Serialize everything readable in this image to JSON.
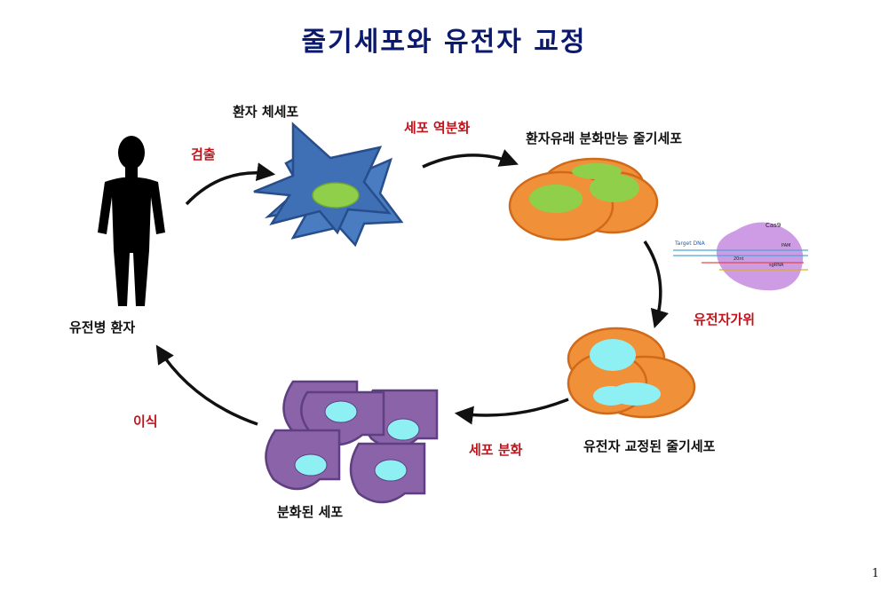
{
  "title": "줄기세포와 유전자 교정",
  "labels": {
    "patient": "유전병 환자",
    "somatic_cell": "환자 체세포",
    "ipsc": "환자유래 분화만능 줄기세포",
    "edited_cells": "유전자 교정된 줄기세포",
    "differentiated": "분화된 세포"
  },
  "steps": {
    "biopsy": "검출",
    "reprogramming": "세포 역분화",
    "editing": "유전자가위",
    "differentiation": "세포 분화",
    "transplant": "이식"
  },
  "cas9_inset": {
    "protein": "Cas9",
    "target": "Target DNA",
    "pam": "PAM",
    "grna": "sgRNA",
    "nt": "20nt"
  },
  "page_number": "1",
  "colors": {
    "title": "#0b1a6e",
    "step_text": "#c0141c",
    "somatic_cell": "#3f6fb5",
    "ipsc_cell": "#f0913a",
    "nucleus_green": "#8fcf4a",
    "nucleus_cyan": "#8ff0f4",
    "differentiated_cell": "#8a63a8",
    "cas9": "#c58ae0"
  }
}
